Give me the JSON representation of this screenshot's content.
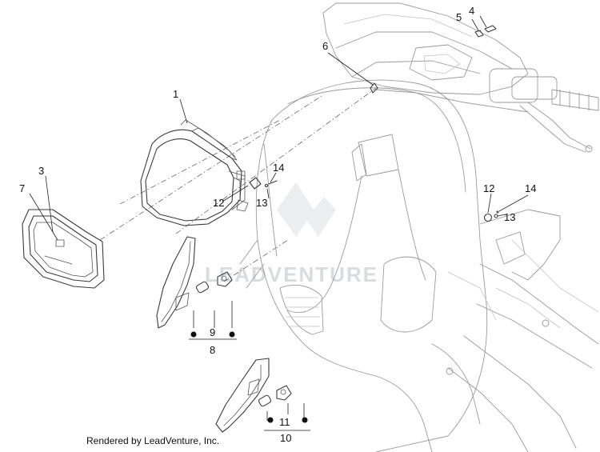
{
  "diagram": {
    "callouts": {
      "c1": "1",
      "c3": "3",
      "c4": "4",
      "c5": "5",
      "c6": "6",
      "c7": "7",
      "c8": "8",
      "c9": "9",
      "c10": "10",
      "c11": "11",
      "c12a": "12",
      "c12b": "12",
      "c13a": "13",
      "c13b": "13",
      "c14a": "14",
      "c14b": "14"
    },
    "watermark": "LEADVENTURE"
  },
  "footer": {
    "credit": "Rendered by LeadVenture, Inc."
  }
}
